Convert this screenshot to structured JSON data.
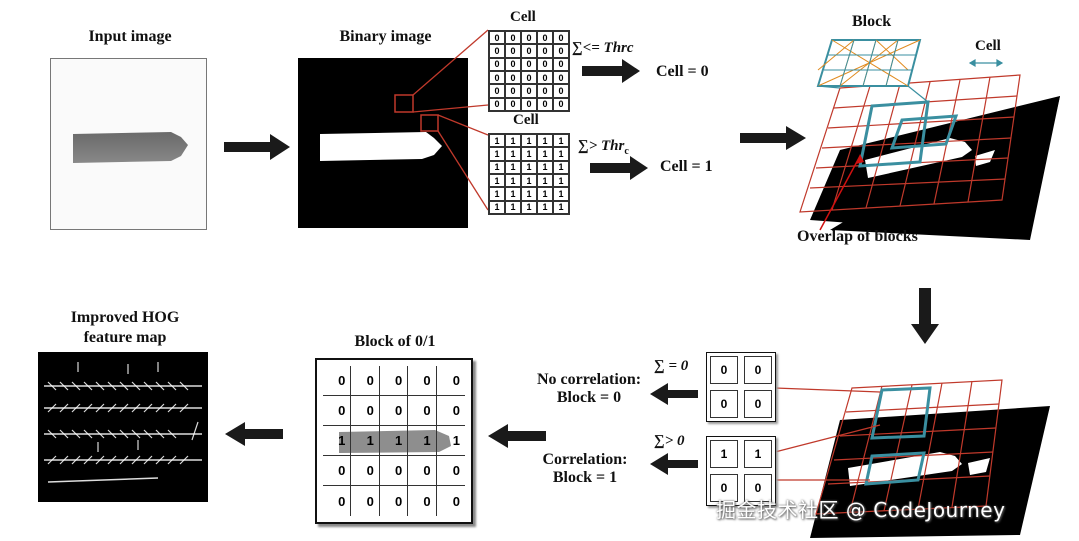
{
  "labels": {
    "input_image": "Input image",
    "binary_image": "Binary image",
    "cell_top": "Cell",
    "cell_mid": "Cell",
    "sum_le": "∑<= Thrc",
    "sum_gt": "∑> Thr",
    "sum_gt_sub": "c",
    "cell_eq_0": "Cell = 0",
    "cell_eq_1": "Cell = 1",
    "block": "Block",
    "cell_right": "Cell",
    "overlap": "Overlap of blocks",
    "improved_hog_line1": "Improved HOG",
    "improved_hog_line2": "feature map",
    "block_of_01": "Block of 0/1",
    "sum_eq0": "∑ = 0",
    "sum_gt0": "∑> 0",
    "no_corr_line1": "No correlation:",
    "no_corr_line2": "Block = 0",
    "corr_line1": "Correlation:",
    "corr_line2": "Block = 1"
  },
  "cell_grid_zero": [
    "0",
    "0",
    "0",
    "0",
    "0",
    "0",
    "0",
    "0",
    "0",
    "0",
    "0",
    "0",
    "0",
    "0",
    "0",
    "0",
    "0",
    "0",
    "0",
    "0",
    "0",
    "0",
    "0",
    "0",
    "0",
    "0",
    "0",
    "0",
    "0",
    "0"
  ],
  "cell_grid_one": [
    "1",
    "1",
    "1",
    "1",
    "1",
    "1",
    "1",
    "1",
    "1",
    "1",
    "1",
    "1",
    "1",
    "1",
    "1",
    "1",
    "1",
    "1",
    "1",
    "1",
    "1",
    "1",
    "1",
    "1",
    "1",
    "1",
    "1",
    "1",
    "1",
    "1"
  ],
  "block_grid": [
    "0",
    "0",
    "0",
    "0",
    "0",
    "0",
    "0",
    "0",
    "0",
    "0",
    "1",
    "1",
    "1",
    "1",
    "1",
    "0",
    "0",
    "0",
    "0",
    "0",
    "0",
    "0",
    "0",
    "0",
    "0"
  ],
  "mini_zero": [
    "0",
    "0",
    "0",
    "0"
  ],
  "mini_corr": [
    "1",
    "1",
    "0",
    "0"
  ],
  "watermark": "掘金技术社区 @ CodeJourney",
  "colors": {
    "grid_red": "#c0392b",
    "block_teal": "#3a8fa0",
    "block_orange": "#e08a1e",
    "arrow": "#1a1a1a"
  }
}
